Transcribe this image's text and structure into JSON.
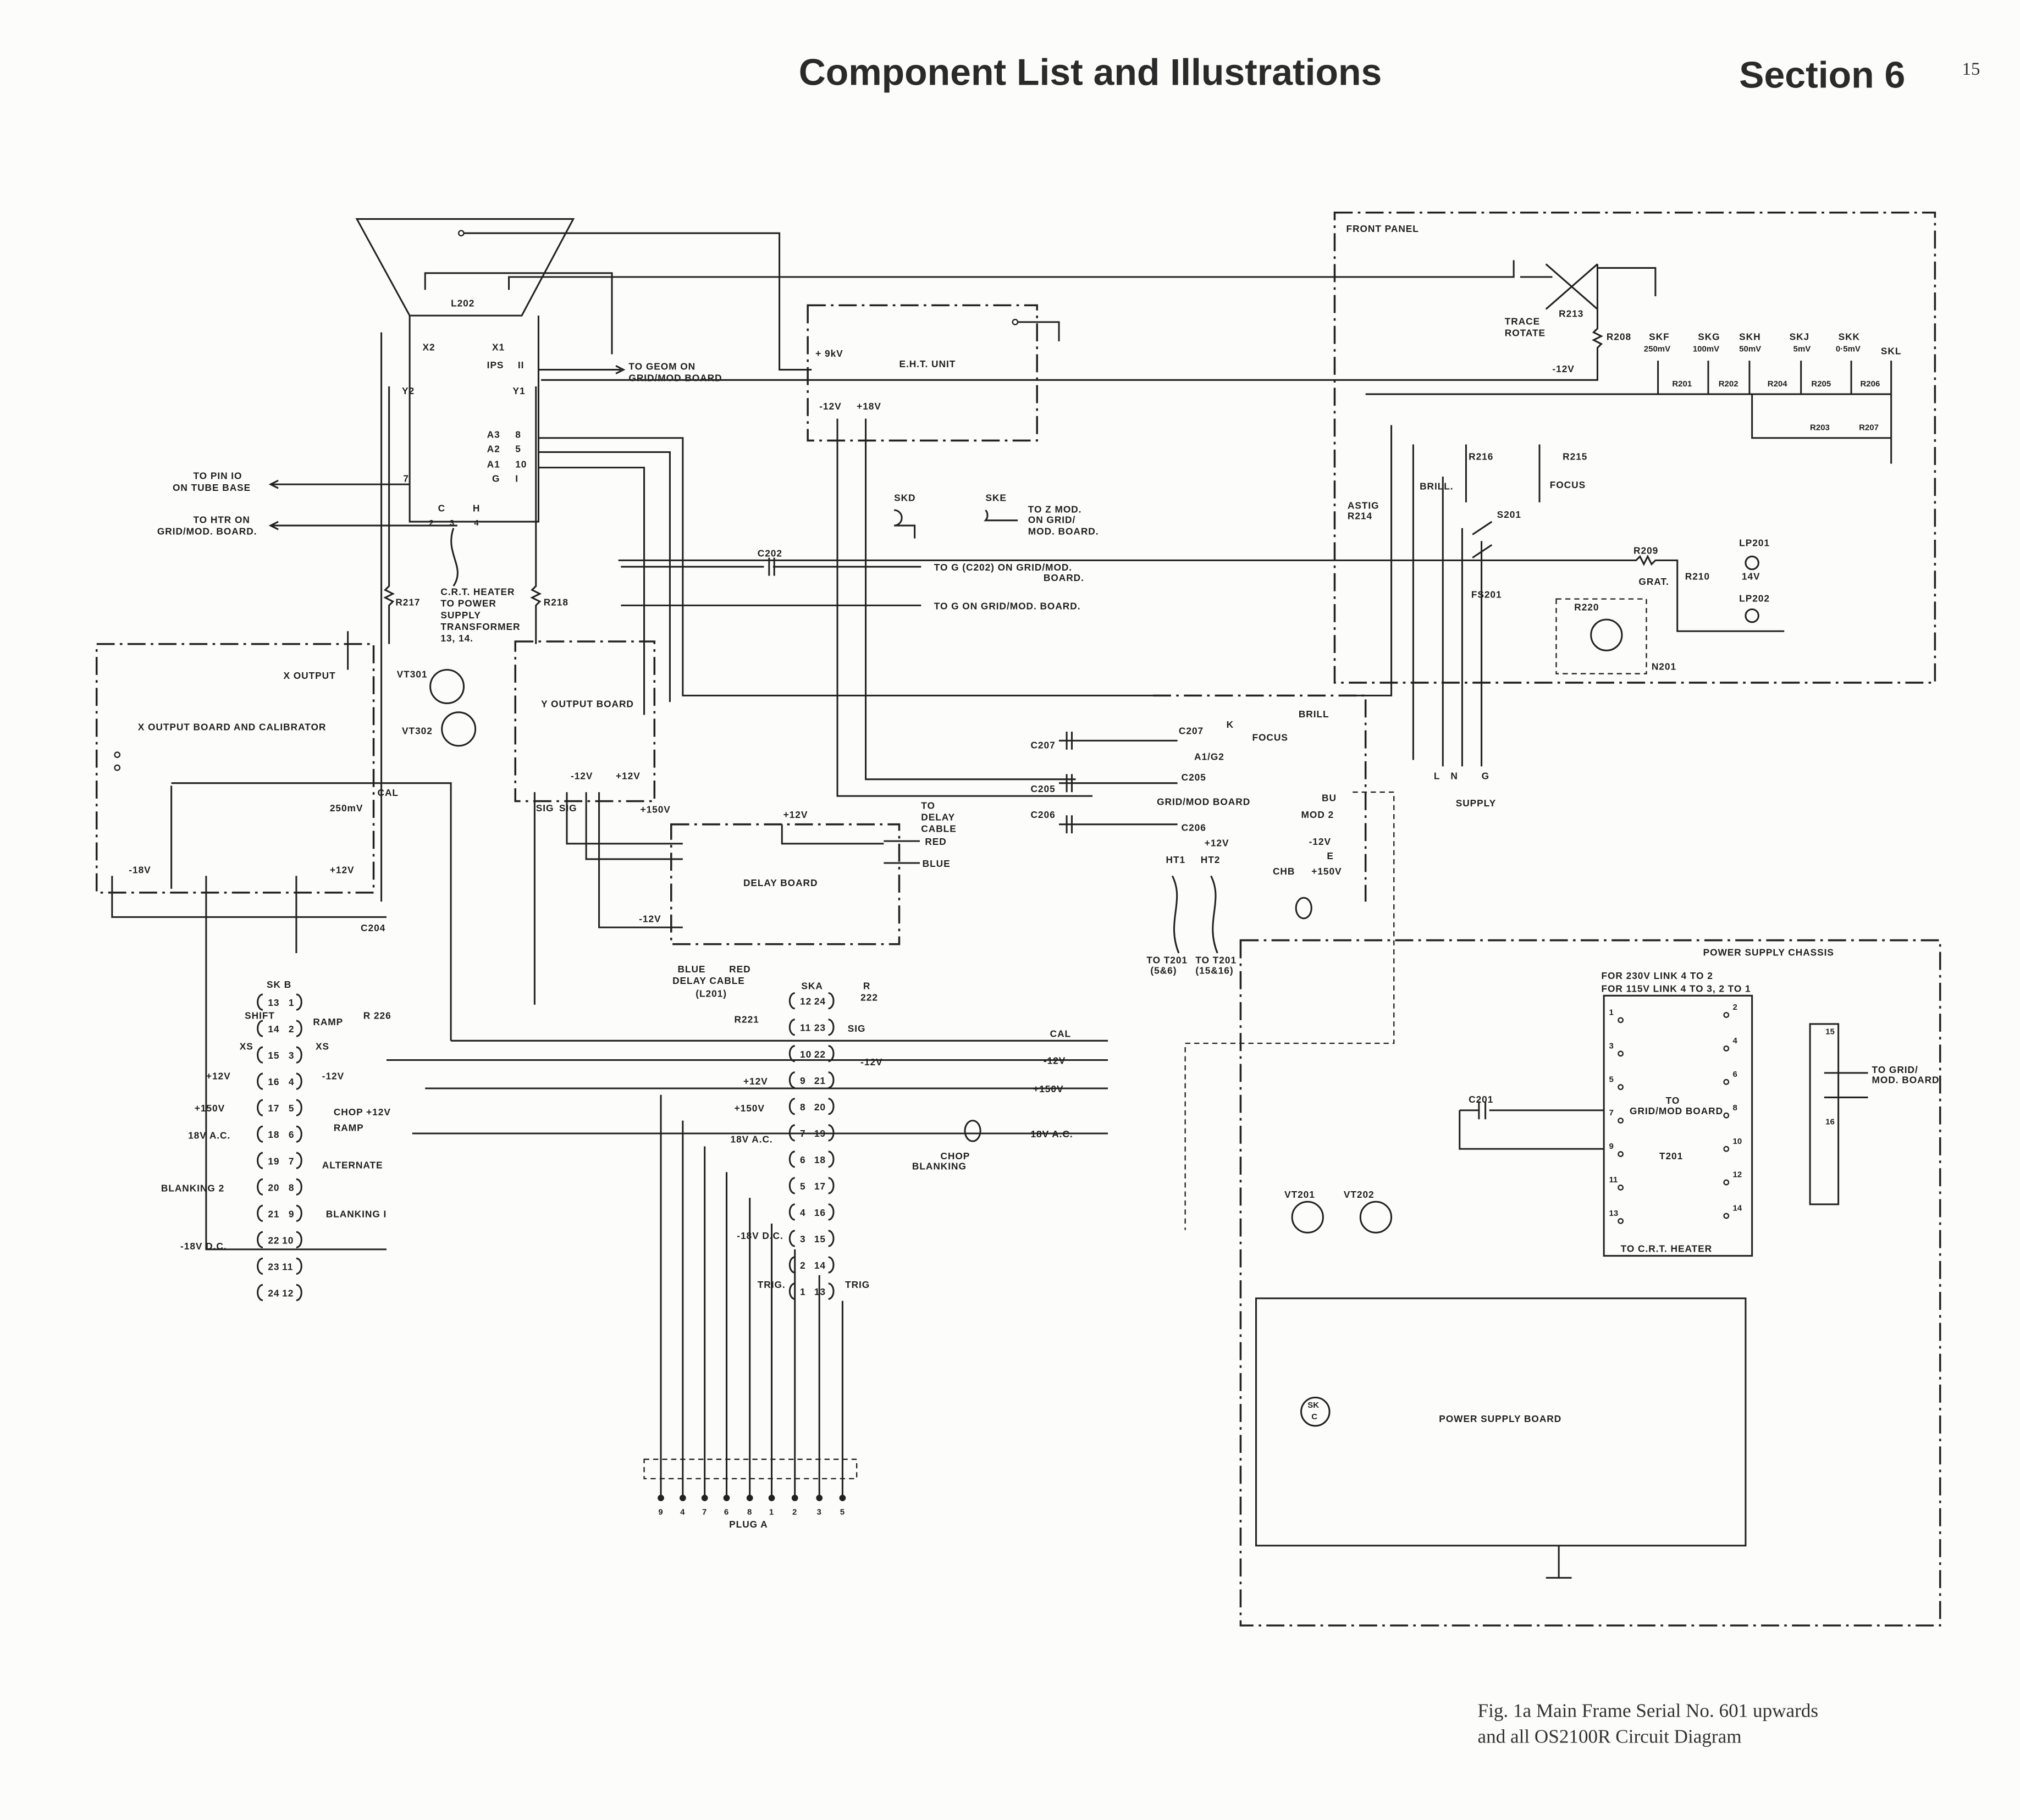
{
  "header": {
    "title": "Component List and Illustrations",
    "section": "Section 6",
    "page_number": "15"
  },
  "caption": {
    "line1": "Fig. 1a Main Frame Serial No. 601 upwards",
    "line2": "and all OS2100R Circuit Diagram"
  },
  "crt": {
    "l202": "L202",
    "x2": "X2",
    "x1": "X1",
    "ips": "IPS",
    "p11": "II",
    "y2": "Y2",
    "y1": "Y1",
    "a3": "A3",
    "p8": "8",
    "a2": "A2",
    "p5": "5",
    "a1": "A1",
    "p10": "10",
    "g": "G",
    "p1": "I",
    "p7": "7",
    "c": "C",
    "h": "H",
    "p2": "2",
    "p3": "3",
    "p4": "4",
    "geom1": "TO GEOM ON",
    "geom2": "GRID/MOD BOARD",
    "pin10a": "TO PIN IO",
    "pin10b": "ON TUBE BASE",
    "htr1": "TO HTR ON",
    "htr2": "GRID/MOD. BOARD.",
    "heater": [
      "C.R.T. HEATER",
      "TO POWER",
      "SUPPLY",
      "TRANSFORMER",
      "13, 14."
    ],
    "r217": "R217",
    "r218": "R218"
  },
  "eht": {
    "kv": "+ 9kV",
    "label": "E.H.T. UNIT",
    "m12": "-12V",
    "p18": "+18V"
  },
  "mid": {
    "skd": "SKD",
    "ske": "SKE",
    "zmod": [
      "TO Z MOD.",
      "ON GRID/",
      "MOD. BOARD."
    ],
    "c202": "C202",
    "tog1": "TO G (C202) ON GRID/MOD.",
    "tog1b": "BOARD.",
    "tog2": "TO G ON GRID/MOD. BOARD.",
    "cal": "CAL",
    "m12": "-12V",
    "p150": "+150V",
    "ac18": "18V A.C.",
    "chop": "CHOP",
    "blanking": "BLANKING"
  },
  "front_panel": {
    "title": "FRONT PANEL",
    "r213": "R213",
    "trace": "TRACE",
    "rotate": "ROTATE",
    "r208": "R208",
    "m12": "-12V",
    "sockets": [
      {
        "name": "SKF",
        "value": "250mV"
      },
      {
        "name": "SKG",
        "value": "100mV"
      },
      {
        "name": "SKH",
        "value": "50mV"
      },
      {
        "name": "SKJ",
        "value": "5mV"
      },
      {
        "name": "SKK",
        "value": "0·5mV"
      },
      {
        "name": "SKL",
        "value": ""
      }
    ],
    "r201": "R201",
    "r202": "R202",
    "r204": "R204",
    "r205": "R205",
    "r206": "R206",
    "r203": "R203",
    "r207": "R207",
    "r216": "R216",
    "brill": "BRILL.",
    "r215": "R215",
    "focus": "FOCUS",
    "astig": "ASTIG",
    "r214": "R214",
    "s201": "S201",
    "fs201": "FS201",
    "r209": "R209",
    "grat": "GRAT.",
    "r210": "R210",
    "lp201": "LP201",
    "v14": "14V",
    "lp202": "LP202",
    "r220": "R220",
    "n201": "N201"
  },
  "x_board": {
    "x_output": "X OUTPUT",
    "title": "X OUTPUT BOARD AND CALIBRATOR",
    "cal": "CAL",
    "mv250": "250mV",
    "m18": "-18V",
    "p12": "+12V",
    "c204": "C204"
  },
  "y_board": {
    "vt301": "VT301",
    "vt302": "VT302",
    "title": "Y OUTPUT BOARD",
    "m12": "-12V",
    "p12": "+12V",
    "sig1": "SIG",
    "sig2": "SIG",
    "p150": "+150V"
  },
  "delay_board": {
    "p12": "+12V",
    "to": "TO",
    "delay": "DELAY",
    "cable": "CABLE",
    "red": "RED",
    "blue": "BLUE",
    "title": "DELAY BOARD",
    "m12": "-12V",
    "blue2": "BLUE",
    "red2": "RED",
    "dcable": "DELAY CABLE",
    "l201": "(L201)"
  },
  "skb": {
    "title": "SK B",
    "rows": [
      [
        "13",
        "1"
      ],
      [
        "14",
        "2"
      ],
      [
        "15",
        "3"
      ],
      [
        "16",
        "4"
      ],
      [
        "17",
        "5"
      ],
      [
        "18",
        "6"
      ],
      [
        "19",
        "7"
      ],
      [
        "20",
        "8"
      ],
      [
        "21",
        "9"
      ],
      [
        "22",
        "10"
      ],
      [
        "23",
        "11"
      ],
      [
        "24",
        "12"
      ]
    ],
    "shift": "SHIFT",
    "ramp": "RAMP",
    "r226": "R 226",
    "xs1": "XS",
    "xs2": "XS",
    "p12": "+12V",
    "m12": "-12V",
    "p150": "+150V",
    "chop": "CHOP +12V",
    "ramp2": "RAMP",
    "ac18": "18V A.C.",
    "alternate": "ALTERNATE",
    "blank2": "BLANKING 2",
    "blank1": "BLANKING I",
    "m18dc": "-18V D.C."
  },
  "ska": {
    "title": "SKA",
    "r": "R",
    "r222": "222",
    "r221": "R221",
    "rows": [
      [
        "12",
        "24"
      ],
      [
        "11",
        "23"
      ],
      [
        "10",
        "22"
      ],
      [
        "9",
        "21"
      ],
      [
        "8",
        "20"
      ],
      [
        "7",
        "19"
      ],
      [
        "6",
        "18"
      ],
      [
        "5",
        "17"
      ],
      [
        "4",
        "16"
      ],
      [
        "3",
        "15"
      ],
      [
        "2",
        "14"
      ],
      [
        "1",
        "13"
      ]
    ],
    "sig": "SIG",
    "p12": "+12V",
    "m12": "-12V",
    "p150": "+150V",
    "ac18": "18V A.C.",
    "m18dc": "-18V D.C.",
    "trig1": "TRIG.",
    "trig2": "TRIG"
  },
  "grid_mod": {
    "c207": "C207",
    "c205": "C205",
    "c206": "C206",
    "k": "K",
    "a1g2": "A1/G2",
    "title": "GRID/MOD BOARD",
    "p12": "+12V",
    "ht1": "HT1",
    "ht2": "HT2",
    "t201a": "TO T201",
    "t201a2": "(5&6)",
    "t201b": "TO T201",
    "t201b2": "(15&16)",
    "brill": "BRILL",
    "focus": "FOCUS",
    "bu": "BU",
    "mod2": "MOD 2",
    "m12": "-12V",
    "e": "E",
    "chb": "CHB",
    "p150": "+150V",
    "l": "L",
    "n": "N",
    "g": "G",
    "supply": "SUPPLY"
  },
  "power": {
    "title": "POWER SUPPLY CHASSIS",
    "link230": "FOR 230V LINK 4 TO 2",
    "link115": "FOR 115V LINK 4 TO 3, 2 TO 1",
    "pins": [
      "1",
      "2",
      "3",
      "4",
      "5",
      "6",
      "7",
      "8",
      "9",
      "10",
      "11",
      "12",
      "13",
      "14"
    ],
    "to": "TO",
    "gridmod": "GRID/MOD BOARD",
    "t201": "T201",
    "heater": "TO C.R.T. HEATER",
    "c201": "C201",
    "togrid1": "TO GRID/",
    "togrid2": "MOD. BOARD",
    "p15": "15",
    "p16": "16",
    "vt201": "VT201",
    "vt202": "VT202",
    "sk": "SK",
    "skc": "C",
    "board": "POWER SUPPLY BOARD"
  },
  "plug_a": {
    "title": "PLUG A",
    "pins": [
      "9",
      "4",
      "7",
      "6",
      "8",
      "1",
      "2",
      "3",
      "5"
    ]
  }
}
